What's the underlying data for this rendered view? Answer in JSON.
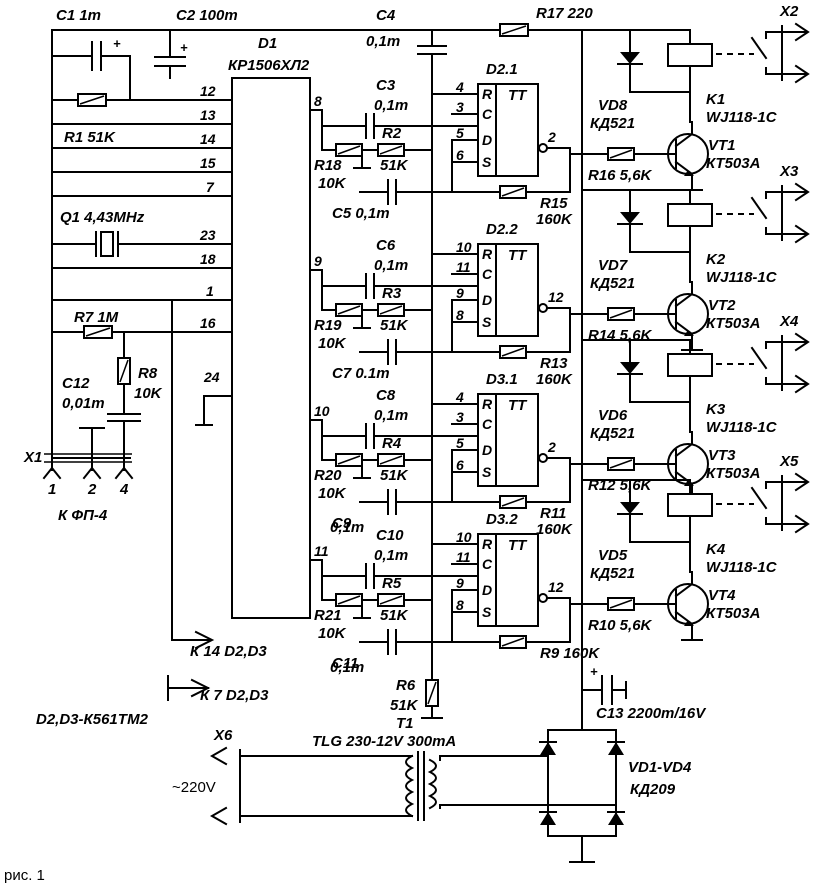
{
  "caption": "рис. 1",
  "note": "D2,D3-К561ТМ2",
  "d1": {
    "ref": "D1",
    "part": "КР1506ХЛ2",
    "pins_left": [
      "12",
      "13",
      "14",
      "15",
      "7",
      "23",
      "18",
      "1",
      "16"
    ],
    "pin24": "24",
    "pins_right": [
      "8",
      "9",
      "10",
      "11"
    ]
  },
  "left_side": {
    "c1": "C1 1m",
    "c2": "C2 100m",
    "r1": "R1 51K",
    "q1": "Q1 4,43MHz",
    "r7": "R7 1M",
    "r8": "R8",
    "r8v": "10K",
    "c12": "C12",
    "c12v": "0,01m",
    "x1": "X1",
    "x1_pins": [
      "1",
      "2",
      "4"
    ],
    "x1_part": "К ФП-4",
    "to_pin14": "К 14 D2,D3",
    "to_pin7": "К 7 D2,D3"
  },
  "top": {
    "c4": "C4",
    "c4v": "0,1m",
    "r17": "R17 220"
  },
  "stages": [
    {
      "ff": "D2.1",
      "cin": "C3",
      "cinv": "0,1m",
      "rs": "R18",
      "rsv": "10K",
      "rd": "R2",
      "rdv": "51K",
      "cfb": "C5 0,1m",
      "rfb": "R15",
      "rfbv": "160K",
      "pin_r": "4",
      "pin_c": "3",
      "pin_d": "5",
      "pin_s": "6",
      "pin_q": "2",
      "vd": "VD8",
      "vdp": "КД521",
      "k": "K1",
      "kp": "WJ118-1C",
      "vt": "VT1",
      "vtp": "КТ503А",
      "rb": "R16 5,6K",
      "x": "X2"
    },
    {
      "ff": "D2.2",
      "cin": "C6",
      "cinv": "0,1m",
      "rs": "R19",
      "rsv": "10K",
      "rd": "R3",
      "rdv": "51K",
      "cfb": "C7 0.1m",
      "rfb": "R13",
      "rfbv": "160K",
      "pin_r": "10",
      "pin_c": "11",
      "pin_d": "9",
      "pin_s": "8",
      "pin_q": "12",
      "vd": "VD7",
      "vdp": "КД521",
      "k": "K2",
      "kp": "WJ118-1C",
      "vt": "VT2",
      "vtp": "КТ503А",
      "rb": "R14 5,6K",
      "x": "X3"
    },
    {
      "ff": "D3.1",
      "cin": "C8",
      "cinv": "0,1m",
      "rs": "R20",
      "rsv": "10K",
      "rd": "R4",
      "rdv": "51K",
      "cfb": "C9",
      "cfbv": "0,1m",
      "rfb": "R11",
      "rfbv": "160K",
      "pin_r": "4",
      "pin_c": "3",
      "pin_d": "5",
      "pin_s": "6",
      "pin_q": "2",
      "vd": "VD6",
      "vdp": "КД521",
      "k": "K3",
      "kp": "WJ118-1C",
      "vt": "VT3",
      "vtp": "КТ503А",
      "rb": "R12 5,6K",
      "x": "X4"
    },
    {
      "ff": "D3.2",
      "cin": "C10",
      "cinv": "0,1m",
      "rs": "R21",
      "rsv": "10K",
      "rd": "R5",
      "rdv": "51K",
      "cfb": "C11",
      "cfbv": "0,1m",
      "rfb": "R9 160K",
      "rfbv": "",
      "pin_r": "10",
      "pin_c": "11",
      "pin_d": "9",
      "pin_s": "8",
      "pin_q": "12",
      "vd": "VD5",
      "vdp": "КД521",
      "k": "K4",
      "kp": "WJ118-1C",
      "vt": "VT4",
      "vtp": "КТ503А",
      "rb": "R10 5,6K",
      "x": "X5"
    }
  ],
  "ff_tt": "TT",
  "ff_pins": [
    "R",
    "C",
    "D",
    "S"
  ],
  "power": {
    "r6": "R6",
    "r6v": "51K",
    "t1": "T1",
    "t1p": "TLG 230-12V 300mA",
    "x6": "X6",
    "mains": "~220V",
    "c13": "C13 2200m/16V",
    "vd": "VD1-VD4",
    "vdp": "КД209",
    "plus": "+"
  }
}
